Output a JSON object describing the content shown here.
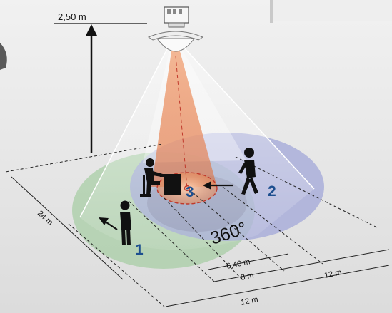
{
  "labels": {
    "height": "2,50 m",
    "diameter_total": "24 m",
    "coverage": "360°",
    "radius_inner": "6,40 m",
    "radius_mid": "8 m",
    "radius_outer_right": "12 m",
    "radius_outer_bottom": "12 m"
  },
  "zones": [
    {
      "number": "1",
      "color": "#9cc79a"
    },
    {
      "number": "2",
      "color": "#9ea5d6"
    },
    {
      "number": "3",
      "color": "#e06b3d"
    }
  ],
  "colors": {
    "number_blue": "#1d4f8f",
    "inner_ring_red": "#c0392b"
  }
}
